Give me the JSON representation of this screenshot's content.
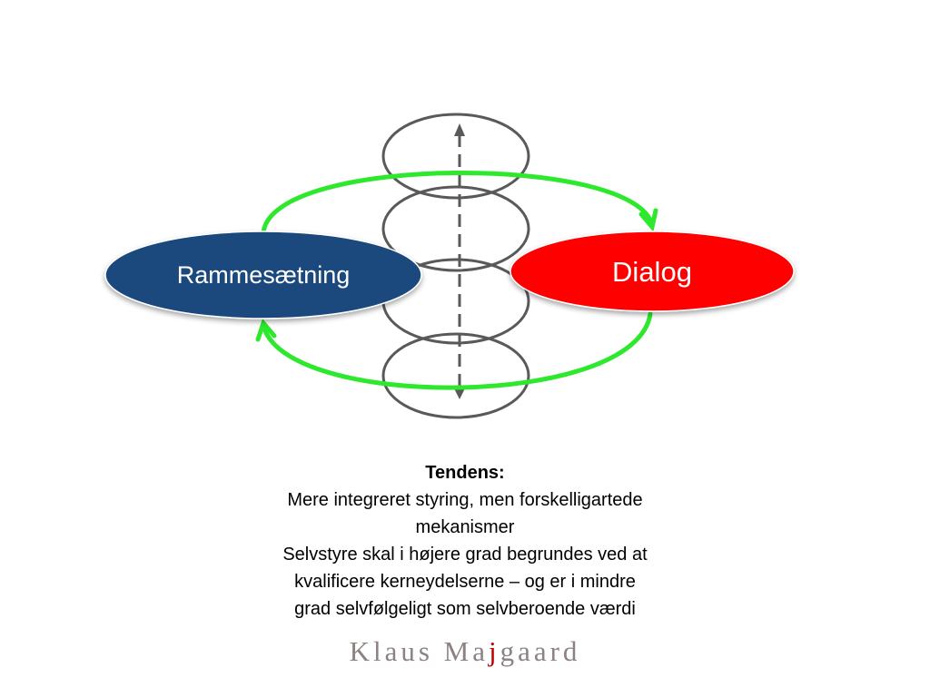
{
  "diagram": {
    "nodes": {
      "left": {
        "label": "Rammesætning",
        "color": "#1f497d"
      },
      "right": {
        "label": "Dialog",
        "color": "#ff0000"
      }
    },
    "cycle_arrow_color": "#2ee82e",
    "spiral_rings_count": 4,
    "ring_color": "#595959",
    "axis_arrow_color": "#595959"
  },
  "caption": {
    "title": "Tendens:",
    "lines": [
      "Mere integreret styring, men forskelligartede",
      "mekanismer",
      "Selvstyre skal i højere grad begrundes ved at",
      "kvalificere kerneydelserne – og er i mindre",
      "grad selvfølgeligt som selvberoende værdi"
    ]
  },
  "brand": {
    "pre": "Klaus Ma",
    "dot_letter": "j",
    "post": "gaard"
  }
}
